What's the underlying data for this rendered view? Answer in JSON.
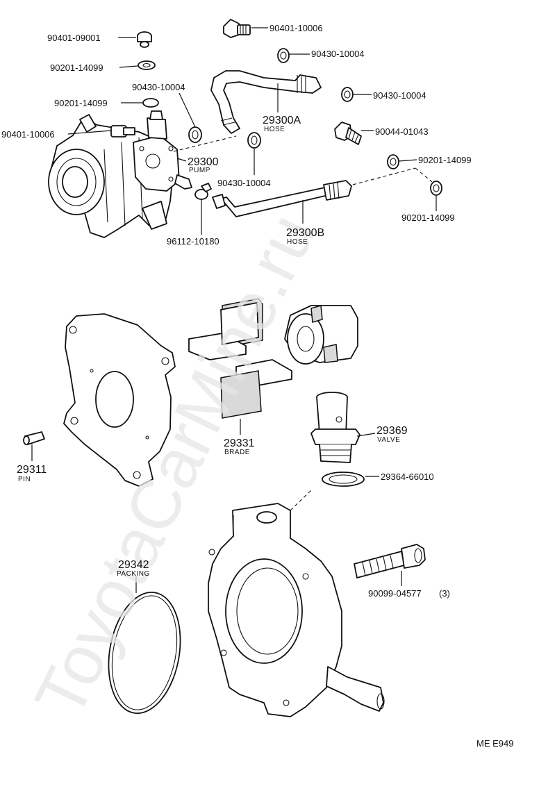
{
  "watermark": "ToyotaCarMine.ru",
  "figure_code": "ME E949",
  "callouts": {
    "p90401_09001": "90401-09001",
    "p90201_14099_a": "90201-14099",
    "p90201_14099_b": "90201-14099",
    "p90401_10006_left": "90401-10006",
    "p90401_10006_top": "90401-10006",
    "p90430_10004_a": "90430-10004",
    "p90430_10004_b": "90430-10004",
    "p90430_10004_c": "90430-10004",
    "p90430_10004_d": "90430-10004",
    "p29300A": "29300A",
    "p29300A_desc": "HOSE",
    "p29300": "29300",
    "p29300_desc": "PUMP",
    "p90044_01043": "90044-01043",
    "p90201_14099_c": "90201-14099",
    "p90201_14099_d": "90201-14099",
    "p96112_10180": "96112-10180",
    "p29300B": "29300B",
    "p29300B_desc": "HOSE",
    "p29311": "29311",
    "p29311_desc": "PIN",
    "p29331": "29331",
    "p29331_desc": "BRADE",
    "p29369": "29369",
    "p29369_desc": "VALVE",
    "p29364_66010": "29364-66010",
    "p29342": "29342",
    "p29342_desc": "PACKING",
    "p90099_04577": "90099-04577",
    "p90099_04577_qty": "(3)"
  }
}
